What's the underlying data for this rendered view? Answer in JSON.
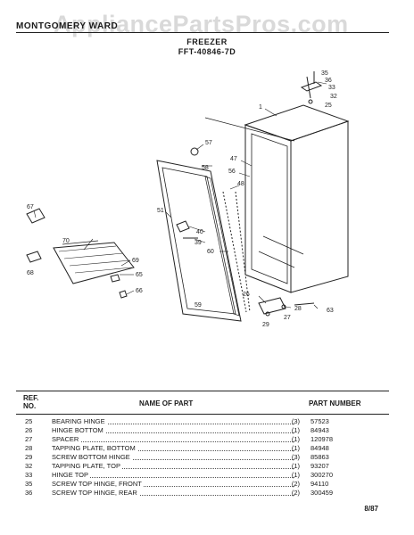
{
  "header": {
    "brand": "MONTGOMERY WARD",
    "watermark": "AppliancePartsPros.com",
    "title_line1": "FREEZER",
    "title_line2": "FFT-40846-7D"
  },
  "callouts": [
    "1",
    "35",
    "36",
    "33",
    "32",
    "25",
    "57",
    "47",
    "56",
    "58",
    "48",
    "51",
    "40",
    "39",
    "60",
    "67",
    "70",
    "69",
    "65",
    "66",
    "68",
    "59",
    "26",
    "28",
    "63",
    "27",
    "29"
  ],
  "table": {
    "col_ref": "REF.\nNO.",
    "col_name": "NAME OF PART",
    "col_part": "PART NUMBER",
    "rows": [
      {
        "ref": "25",
        "name": "BEARING HINGE",
        "qty": "(3)",
        "part": "57523"
      },
      {
        "ref": "26",
        "name": "HINGE BOTTOM",
        "qty": "(1)",
        "part": "84943"
      },
      {
        "ref": "27",
        "name": "SPACER",
        "qty": "(1)",
        "part": "120978"
      },
      {
        "ref": "28",
        "name": "TAPPING PLATE, BOTTOM",
        "qty": "(1)",
        "part": "84948"
      },
      {
        "ref": "29",
        "name": "SCREW BOTTOM HINGE",
        "qty": "(3)",
        "part": "85863"
      },
      {
        "ref": "32",
        "name": "TAPPING PLATE, TOP",
        "qty": "(1)",
        "part": "93207"
      },
      {
        "ref": "33",
        "name": "HINGE TOP",
        "qty": "(1)",
        "part": "300270"
      },
      {
        "ref": "35",
        "name": "SCREW TOP HINGE, FRONT",
        "qty": "(2)",
        "part": "94110"
      },
      {
        "ref": "36",
        "name": "SCREW TOP HINGE, REAR",
        "qty": "(2)",
        "part": "300459"
      }
    ]
  },
  "footer": {
    "date": "8/87"
  }
}
